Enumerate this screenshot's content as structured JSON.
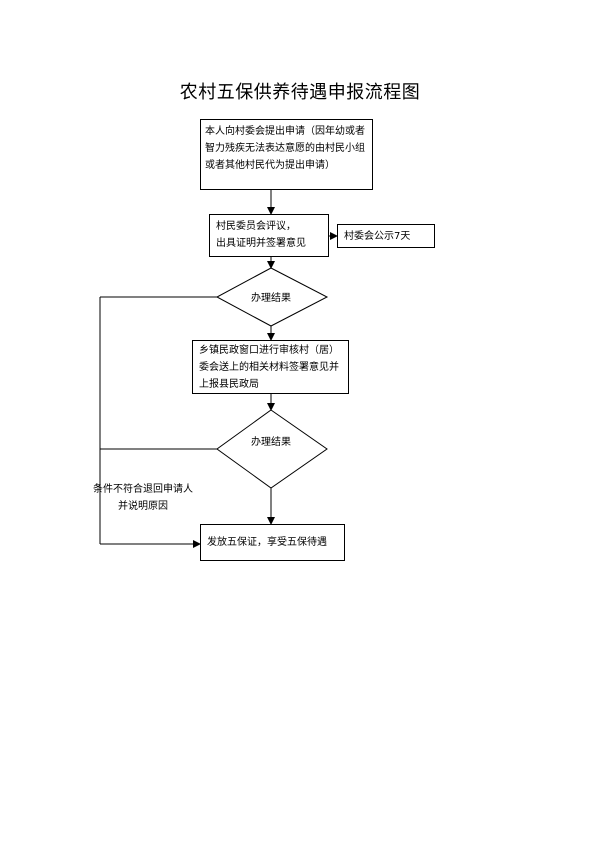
{
  "title": "农村五保供养待遇申报流程图",
  "steps": {
    "apply": "本人向村委会提出申请（因年幼或者智力残疾无法表达意愿的由村民小组或者其他村民代为提出申请）",
    "discuss_line1": "村民委员会评议，",
    "discuss_line2": "出具证明并签署意见",
    "publicity": "村委会公示7天",
    "result1": "办理结果",
    "review": "乡镇民政窗口进行审核村（居）委会送上的相关材料签署意见并上报县民政局",
    "result2": "办理结果",
    "issue": "发放五保证，享受五保待遇"
  },
  "reject": {
    "line1": "条件不符合退回申请人",
    "line2": "并说明原因"
  }
}
